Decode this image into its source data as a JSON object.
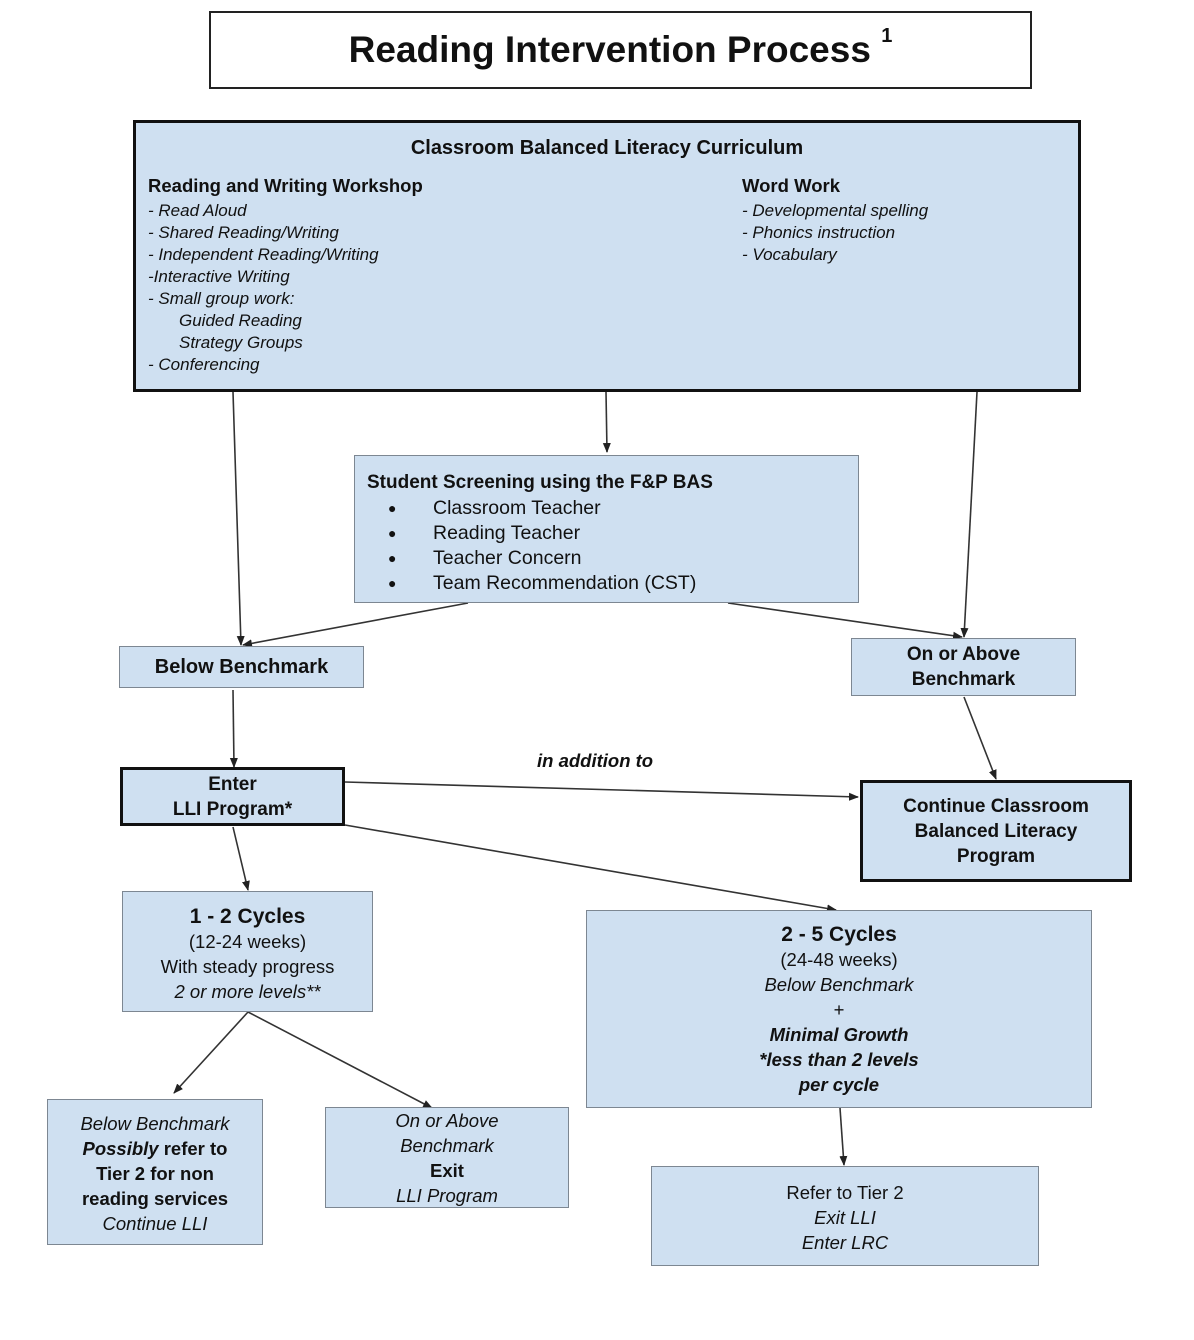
{
  "title": {
    "text": "Reading Intervention Process",
    "footnote": "1"
  },
  "curriculum": {
    "heading": "Classroom Balanced Literacy Curriculum",
    "left_heading": "Reading and Writing Workshop",
    "left_items": [
      "- Read Aloud",
      "- Shared Reading/Writing",
      "- Independent Reading/Writing",
      "-Interactive Writing",
      "- Small group work:",
      "Guided Reading",
      "Strategy Groups",
      "- Conferencing"
    ],
    "right_heading": "Word Work",
    "right_items": [
      "-  Developmental spelling",
      "- Phonics instruction",
      "- Vocabulary"
    ]
  },
  "screening": {
    "heading": "Student Screening using the F&P BAS",
    "items": [
      "Classroom Teacher",
      "Reading Teacher",
      "Teacher Concern",
      "Team Recommendation (CST)"
    ]
  },
  "below_benchmark": {
    "text": "Below Benchmark"
  },
  "on_above": {
    "line1": "On or Above",
    "line2": "Benchmark"
  },
  "enter_lli": {
    "line1": "Enter",
    "line2": "LLI Program*"
  },
  "in_addition": {
    "text": "in addition to"
  },
  "continue_classroom": {
    "line1": "Continue Classroom",
    "line2": "Balanced Literacy",
    "line3": "Program"
  },
  "cycles_short": {
    "heading": "1 - 2 Cycles",
    "weeks": "(12-24 weeks)",
    "progress": "With steady progress",
    "levels": "2 or more levels**"
  },
  "cycles_long": {
    "heading": "2 - 5 Cycles",
    "weeks": "(24-48 weeks)",
    "below": "Below Benchmark",
    "plus": "+",
    "growth": "Minimal Growth",
    "less": "*less than 2 levels",
    "per": "per cycle"
  },
  "outcome_below": {
    "line1": "Below Benchmark",
    "line2_bold_italic": "Possibly",
    "line2_rest": " refer to",
    "line3": "Tier 2 for non",
    "line4": "reading services",
    "line5": "Continue LLI"
  },
  "outcome_above": {
    "line1": "On or Above",
    "line2": "Benchmark",
    "line3": "Exit",
    "line4": "LLI Program"
  },
  "refer_tier2": {
    "line1": "Refer to Tier 2",
    "line2": "Exit LLI",
    "line3": "Enter LRC"
  }
}
